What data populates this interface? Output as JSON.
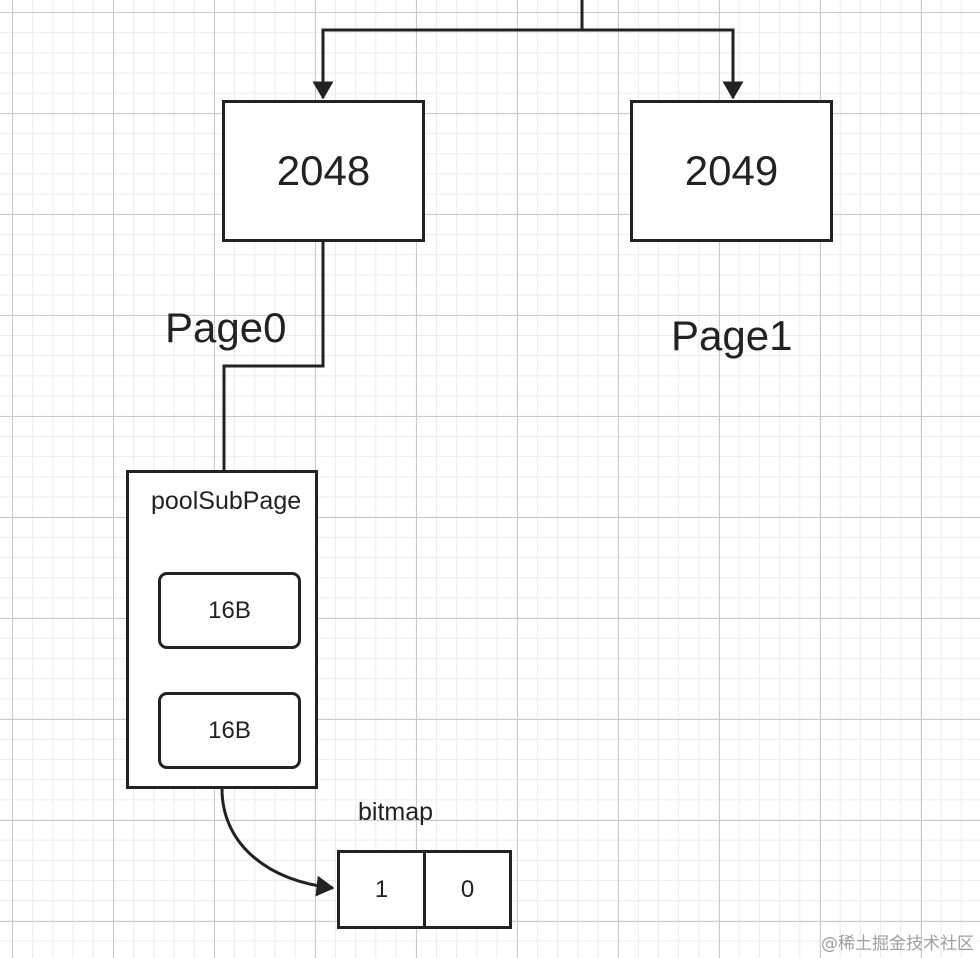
{
  "nodes": {
    "left": {
      "value": "2048",
      "label": "Page0"
    },
    "right": {
      "value": "2049",
      "label": "Page1"
    }
  },
  "subpage": {
    "title": "poolSubPage",
    "slots": [
      "16B",
      "16B"
    ]
  },
  "bitmap": {
    "label": "bitmap",
    "bits": [
      "1",
      "0"
    ]
  },
  "watermark": "@稀土掘金技术社区"
}
